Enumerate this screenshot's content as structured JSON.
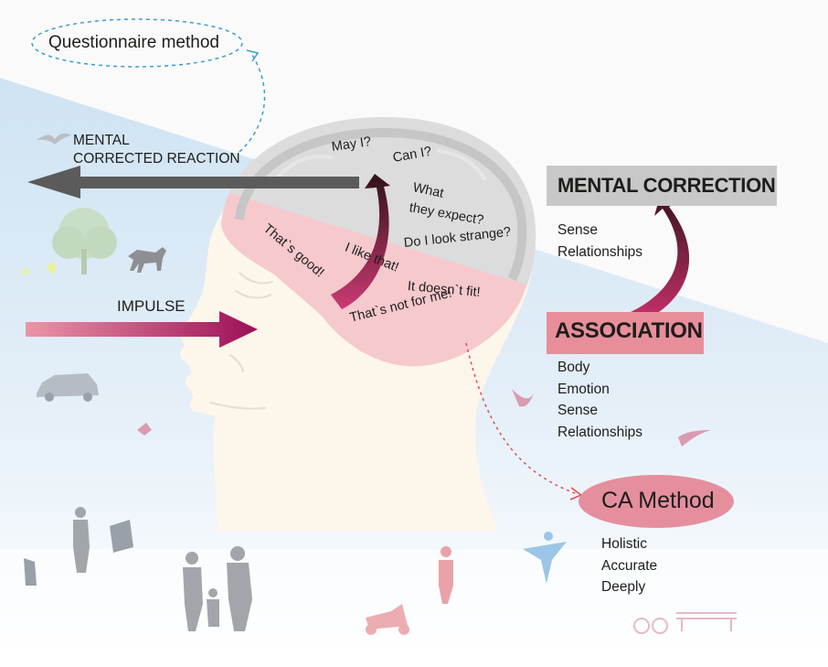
{
  "questionnaire": {
    "label": "Questionnaire method"
  },
  "mental_reaction": {
    "line1": "MENTAL",
    "line2": "CORRECTED REACTION"
  },
  "impulse": {
    "label": "IMPULSE"
  },
  "thoughts": {
    "may_i": "May I?",
    "can_i": "Can I?",
    "what_expect_1": "What",
    "what_expect_2": "they expect?",
    "look_strange": "Do I look strange?",
    "thats_good": "That`s good!",
    "i_like_that": "I like that!",
    "doesnt_fit": "It doesn`t fit!",
    "not_for_me": "That`s not for me!"
  },
  "mental_correction": {
    "title": "MENTAL CORRECTION",
    "items": [
      "Sense",
      "Relationships"
    ]
  },
  "association": {
    "title": "ASSOCIATION",
    "items": [
      "Body",
      "Emotion",
      "Sense",
      "Relationships"
    ]
  },
  "ca_method": {
    "title": "CA Method",
    "items": [
      "Holistic",
      "Accurate",
      "Deeply"
    ]
  },
  "colors": {
    "dark_arrow": "#5b5b5b",
    "impulse_start": "#e98aa0",
    "impulse_end": "#a0135a",
    "curved_arrow_start": "#c9306b",
    "curved_arrow_end": "#3a1520",
    "correction_box": "#c8c8c8",
    "association_box": "#e88e9b",
    "ca_ellipse": "#e58f9e",
    "dashed_blue": "#3b9bd6",
    "dashed_red": "#e2484f",
    "sky": "#dcebf6",
    "brain_top": "#d7d7d7",
    "brain_bottom": "#f6c9cd"
  }
}
